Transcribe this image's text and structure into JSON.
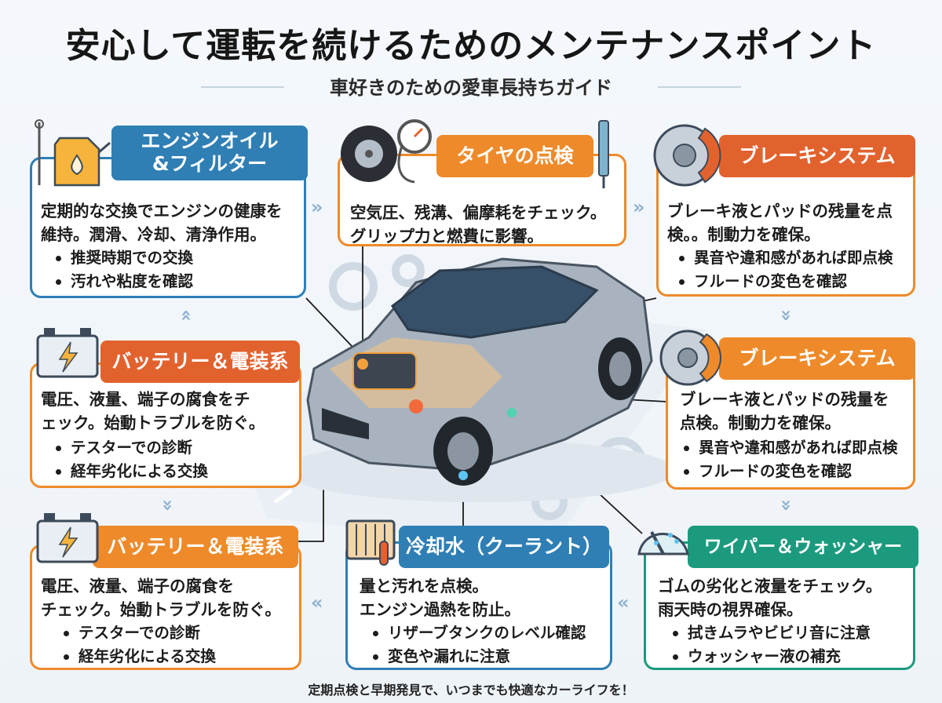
{
  "title": "安心して運転を続けるためのメンテナンスポイント",
  "subtitle": "車好きのための愛車長持ちガイド",
  "footer": "定期点検と早期発見で、いつまでも快適なカーライフを！",
  "colors": {
    "blue": "#2f7fb5",
    "orange": "#ee8a2a",
    "red": "#e2622e",
    "teal": "#1c9a7e"
  },
  "cards": [
    {
      "id": "engine-oil",
      "title_line1": "エンジンオイル",
      "title_line2": "&フィルター",
      "icon": "oil-can-icon",
      "desc_line1": "定期的な交換でエンジンの健康を",
      "desc_line2": "維持。潤滑、冷却、清浄作用。",
      "bullets": [
        "推奨時期での交換",
        "汚れや粘度を確認"
      ]
    },
    {
      "id": "tire",
      "title": "タイヤの点検",
      "icon": "tire-gauge-icon",
      "desc_line1": "空気圧、残溝、偏摩耗をチェック。",
      "desc_line2": "グリップ力と燃費に影響。",
      "bullets": []
    },
    {
      "id": "brake-1",
      "title": "ブレーキシステム",
      "icon": "brake-disc-icon",
      "desc_line1": "ブレーキ液とパッドの残量を点",
      "desc_line2": "検。。制動力を確保。",
      "bullets": [
        "異音や違和感があれば即点検",
        "フルードの変色を確認"
      ]
    },
    {
      "id": "battery-1",
      "title": "バッテリー＆電装系",
      "icon": "battery-icon",
      "desc_line1": "電圧、液量、端子の腐食をチ",
      "desc_line2": "ェック。始動トラブルを防ぐ。",
      "bullets": [
        "テスターでの診断",
        "経年劣化による交換"
      ]
    },
    {
      "id": "brake-2",
      "title": "ブレーキシステム",
      "icon": "brake-disc-icon",
      "desc_line1": "ブレーキ液とパッドの残量を",
      "desc_line2": "点検。制動力を確保。",
      "bullets": [
        "異音や違和感があれば即点検",
        "フルードの変色を確認"
      ]
    },
    {
      "id": "battery-2",
      "title": "バッテリー＆電装系",
      "icon": "battery-icon",
      "desc_line1": "電圧、液量、端子の腐食を",
      "desc_line2": "チェック。始動トラブルを防ぐ。",
      "bullets": [
        "テスターでの診断",
        "経年劣化による交換"
      ]
    },
    {
      "id": "coolant",
      "title": "冷却水（クーラント）",
      "icon": "radiator-icon",
      "desc_line1": "量と汚れを点検。",
      "desc_line2": "エンジン過熱を防止。",
      "bullets": [
        "リザーブタンクのレベル確認",
        "変色や漏れに注意"
      ]
    },
    {
      "id": "wiper",
      "title": "ワイパー＆ウォッシャー",
      "icon": "wiper-icon",
      "desc_line1": "ゴムの劣化と液量をチェック。",
      "desc_line2": "雨天時の視界確保。",
      "bullets": [
        "拭きムラやビビリ音に注意",
        "ウォッシャー液の補充"
      ]
    }
  ]
}
